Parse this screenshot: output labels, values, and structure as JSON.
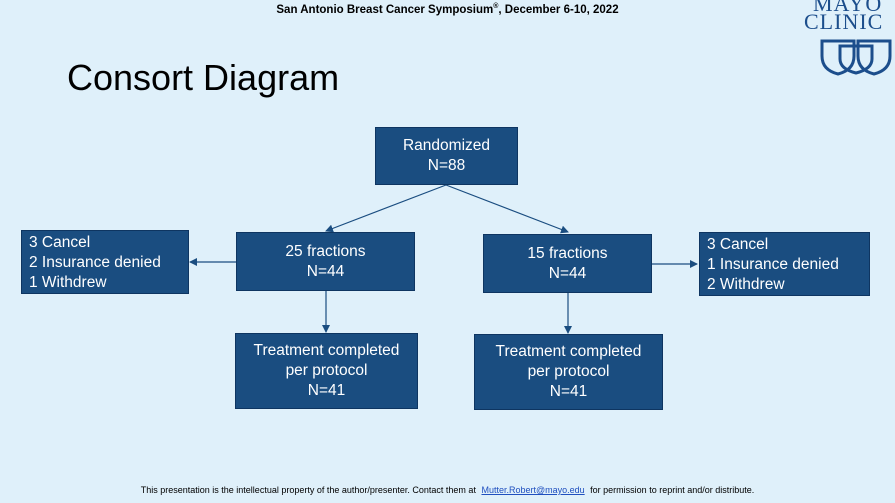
{
  "header": {
    "conference": "San Antonio Breast Cancer Symposium",
    "registered_mark": "®",
    "dates": ", December 6-10, 2022"
  },
  "logo": {
    "line1": "MAYO",
    "line2": "CLINIC",
    "color": "#1c4e8c"
  },
  "slide": {
    "title": "Consort Diagram"
  },
  "diagram": {
    "randomized": {
      "lines": [
        "Randomized",
        "N=88"
      ]
    },
    "arm_left": {
      "lines": [
        "25 fractions",
        "N=44"
      ]
    },
    "arm_right": {
      "lines": [
        "15 fractions",
        "N=44"
      ]
    },
    "excluded_left": {
      "lines": [
        "3 Cancel",
        "2 Insurance denied",
        "1 Withdrew"
      ]
    },
    "excluded_right": {
      "lines": [
        "3 Cancel",
        "1 Insurance denied",
        "2 Withdrew"
      ]
    },
    "completed_left": {
      "lines": [
        "Treatment completed",
        "per protocol",
        "N=41"
      ]
    },
    "completed_right": {
      "lines": [
        "Treatment completed",
        "per protocol",
        "N=41"
      ]
    },
    "box_color": "#1a4d80",
    "arrow_color": "#1a4d80"
  },
  "footer": {
    "text_before": "This presentation is the intellectual property of the author/presenter. Contact them at",
    "email": "Mutter.Robert@mayo.edu",
    "text_after": "for permission to reprint and/or distribute."
  }
}
